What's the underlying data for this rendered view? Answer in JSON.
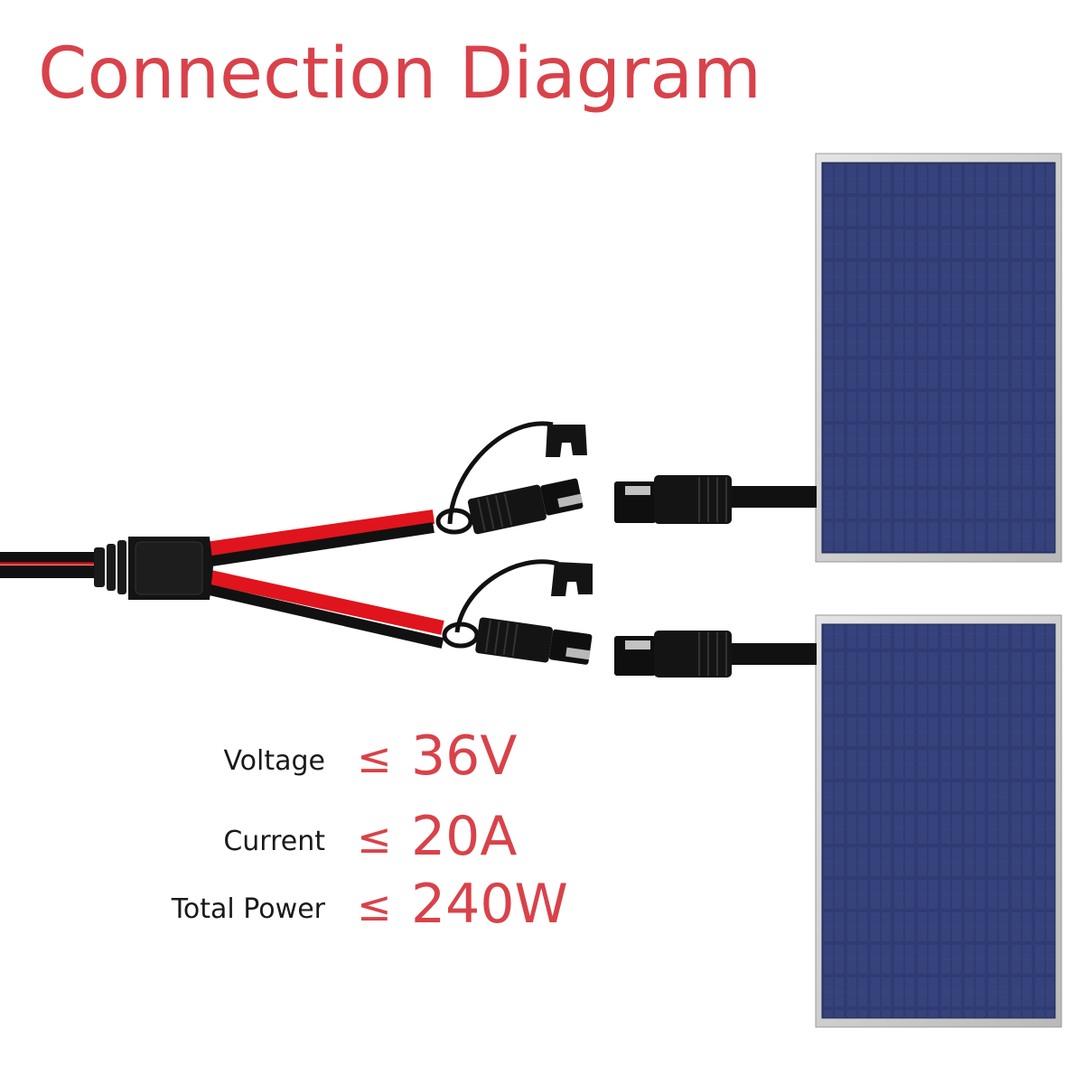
{
  "title": "Connection Diagram",
  "specs": [
    {
      "label": "Voltage",
      "operator": "≤",
      "value": "36V"
    },
    {
      "label": "Current",
      "operator": "≤",
      "value": "20A"
    },
    {
      "label": "Total Power",
      "operator": "≤",
      "value": "240W"
    }
  ],
  "colors": {
    "title": "#d9424a",
    "value": "#d9424a",
    "cable_red": "#e0141c",
    "cable_black": "#111111",
    "panel_cell": "#2e3a6e",
    "panel_frame": "#c8c8c8"
  },
  "icons": {
    "splitter": "y-splitter-molded-junction",
    "connector": "sae-connector",
    "panel": "solar-panel"
  }
}
